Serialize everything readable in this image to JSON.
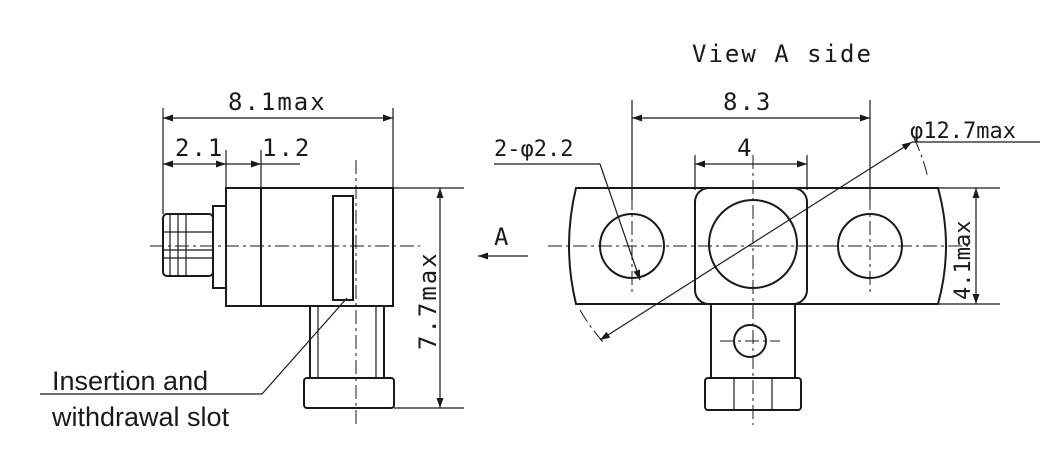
{
  "view_title": "View A side",
  "left_view": {
    "dim_width_max": "8.1max",
    "dim_left": "2.1",
    "dim_mid": "1.2",
    "dim_height_max": "7.7max",
    "view_arrow_label": "A",
    "callout_line1": "Insertion and",
    "callout_line2": "withdrawal slot"
  },
  "right_view": {
    "dim_hole_spacing": "8.3",
    "dim_center_width": "4",
    "dim_holes": "2-φ2.2",
    "dim_outer_diameter": "φ12.7max",
    "dim_height_max": "4.1max"
  }
}
